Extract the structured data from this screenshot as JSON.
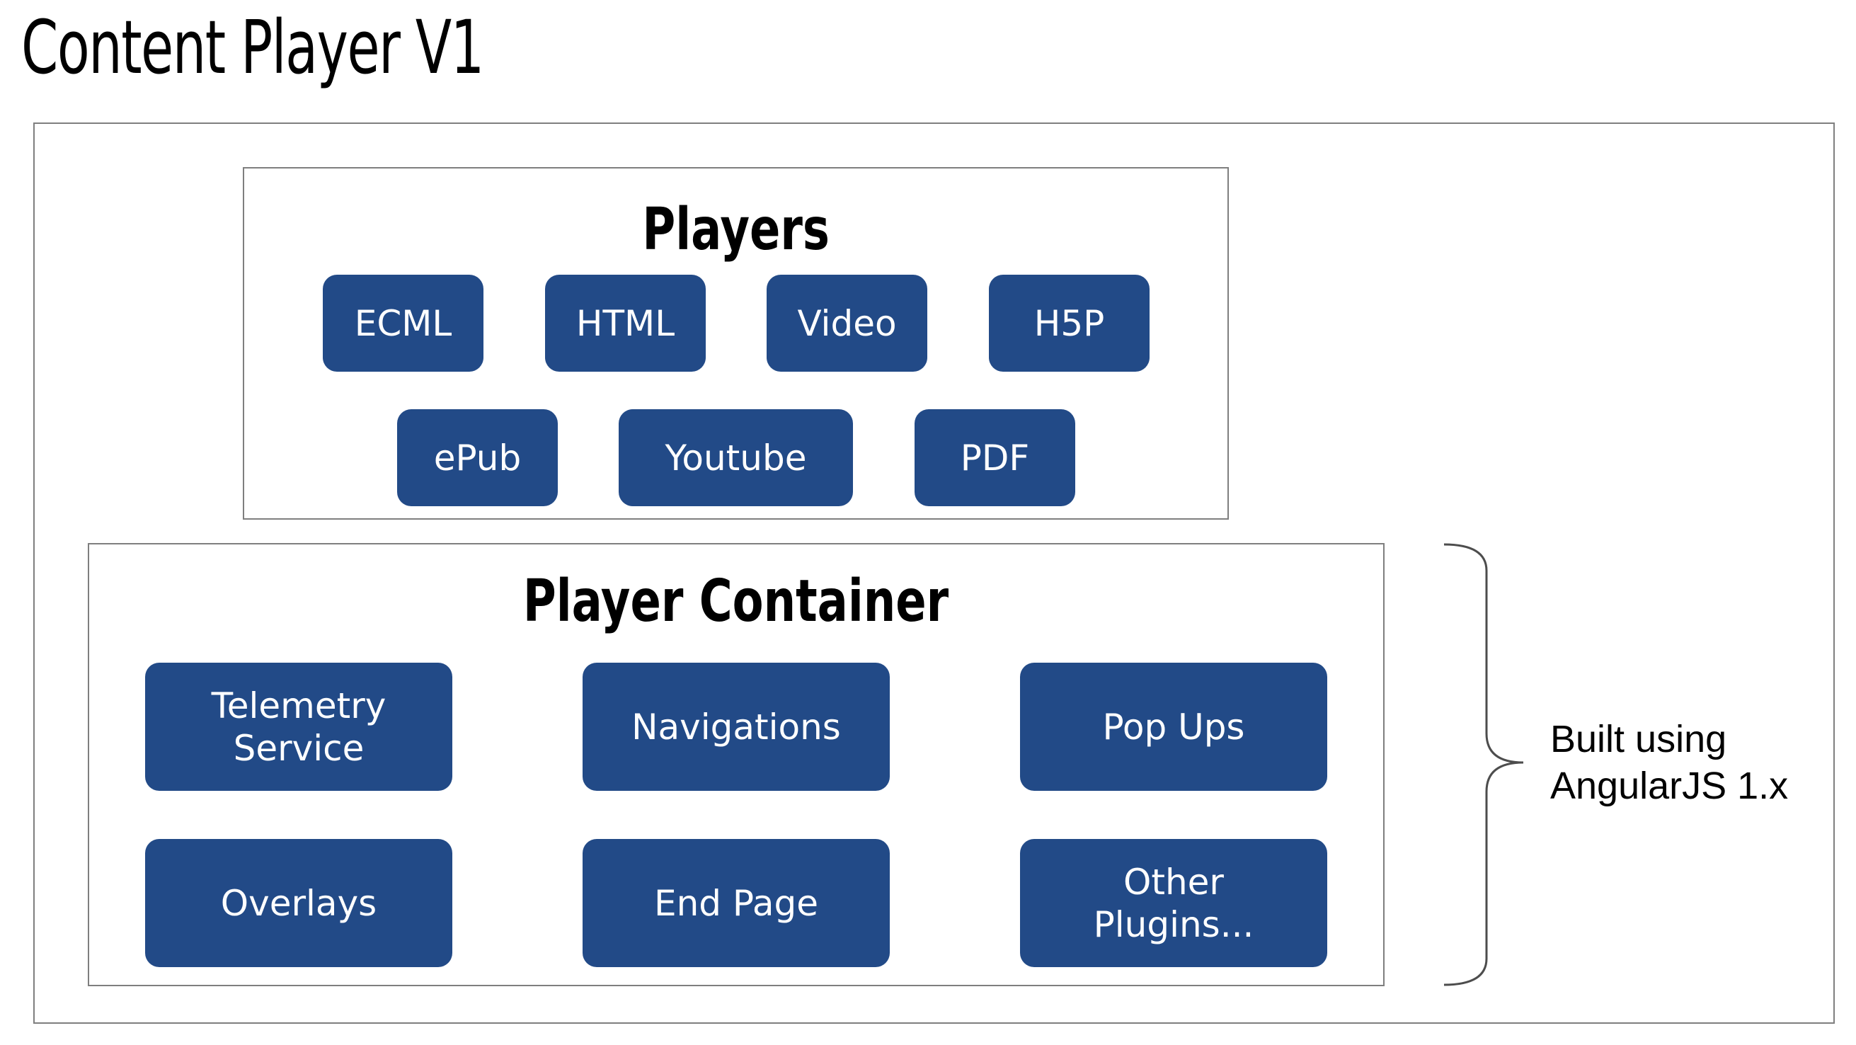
{
  "title": "Content Player V1",
  "players_panel": {
    "heading": "Players",
    "items": [
      "ECML",
      "HTML",
      "Video",
      "H5P",
      "ePub",
      "Youtube",
      "PDF"
    ]
  },
  "container_panel": {
    "heading": "Player Container",
    "items": [
      "Telemetry\nService",
      "Navigations",
      "Pop Ups",
      "Overlays",
      "End Page",
      "Other\nPlugins..."
    ]
  },
  "annotation": {
    "line1": "Built using",
    "line2": "AngularJS 1.x"
  },
  "colors": {
    "box_fill": "#224a87",
    "box_text": "#ffffff",
    "frame_border": "#7f7f7f"
  }
}
